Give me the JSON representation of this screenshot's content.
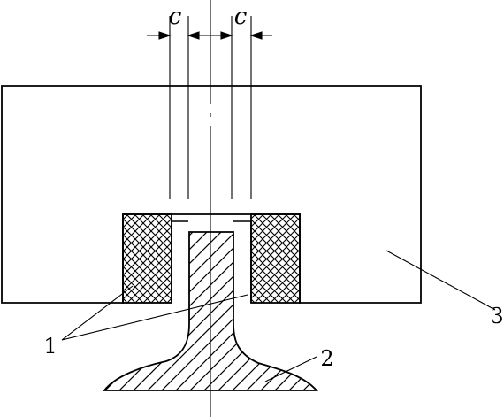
{
  "diagram": {
    "clearance_label_left": "c",
    "clearance_label_right": "c",
    "label_1": "1",
    "label_2": "2",
    "label_3": "3"
  },
  "colors": {
    "line": "#000000",
    "background": "#ffffff"
  }
}
